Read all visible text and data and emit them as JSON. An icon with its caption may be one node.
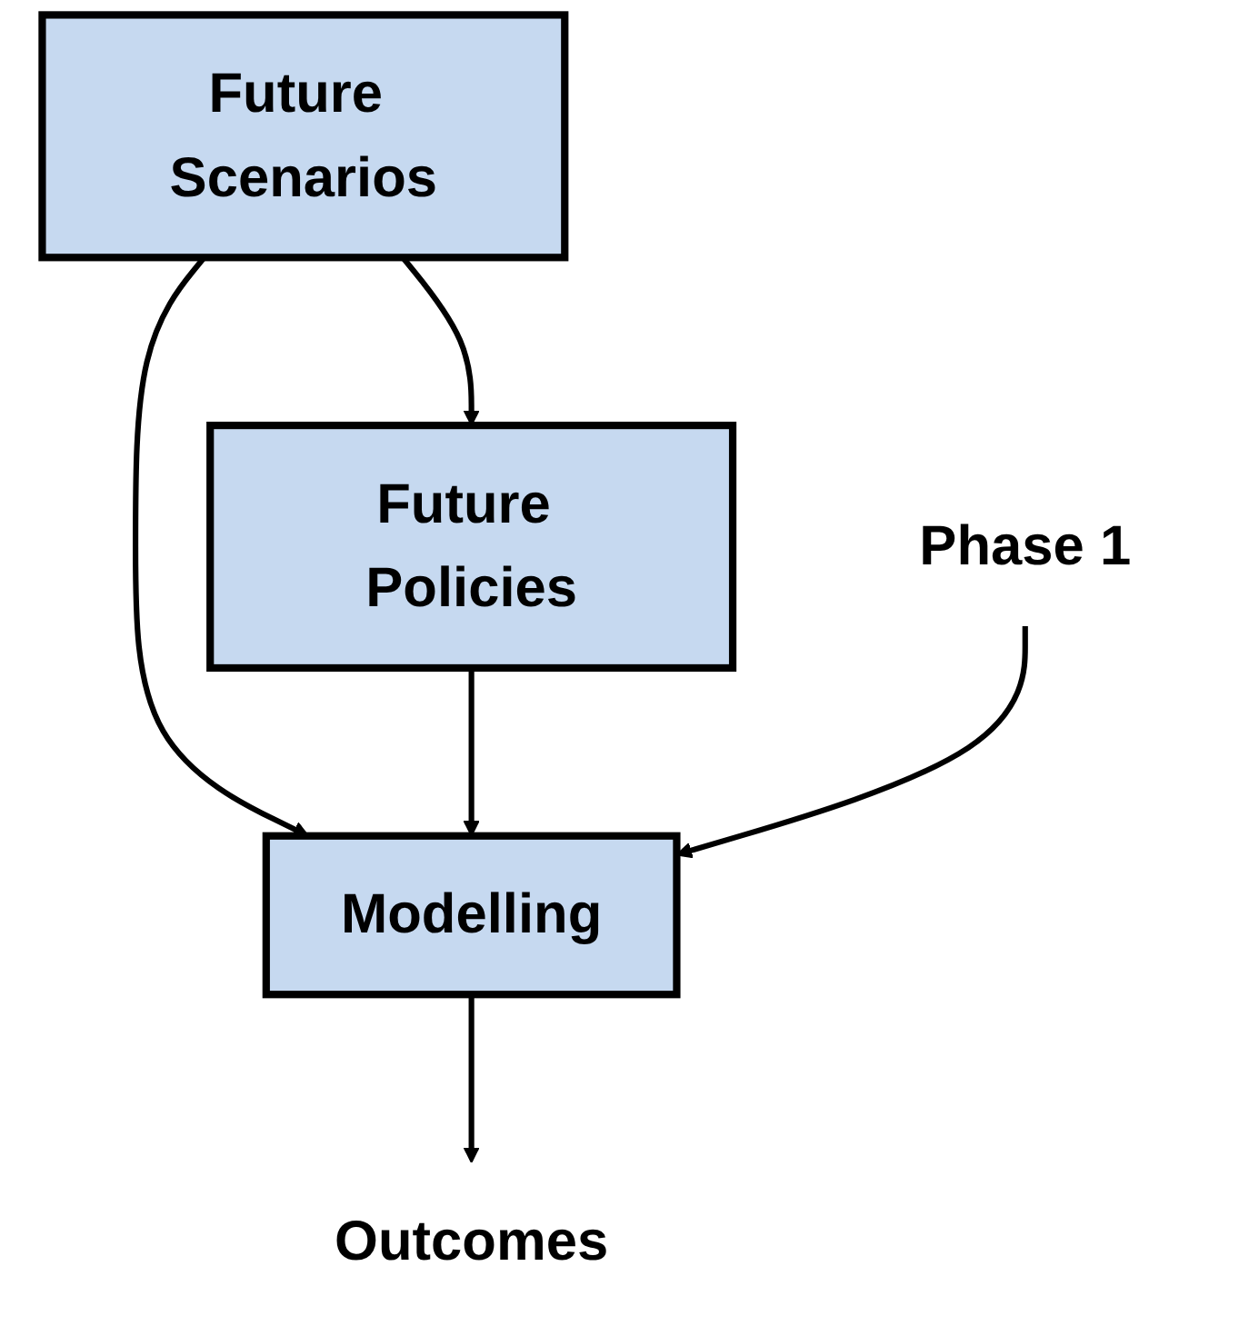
{
  "diagram": {
    "nodes": [
      {
        "text": [
          "Future Scenarios"
        ]
      },
      {
        "text": [
          "Future Policies"
        ]
      },
      {
        "text": [
          "Modelling"
        ]
      },
      {
        "text": [
          "Phase 1"
        ]
      },
      {
        "text": [
          "Outcomes"
        ]
      }
    ],
    "edges": [
      {
        "from": 0,
        "to": 1,
        "arrow": "to"
      },
      {
        "from": 0,
        "to": 2,
        "arrow": "to"
      },
      {
        "from": 1,
        "to": 2,
        "arrow": "to"
      },
      {
        "from": 3,
        "to": 2,
        "arrow": "to"
      },
      {
        "from": 2,
        "to": 4,
        "arrow": "to"
      }
    ]
  }
}
